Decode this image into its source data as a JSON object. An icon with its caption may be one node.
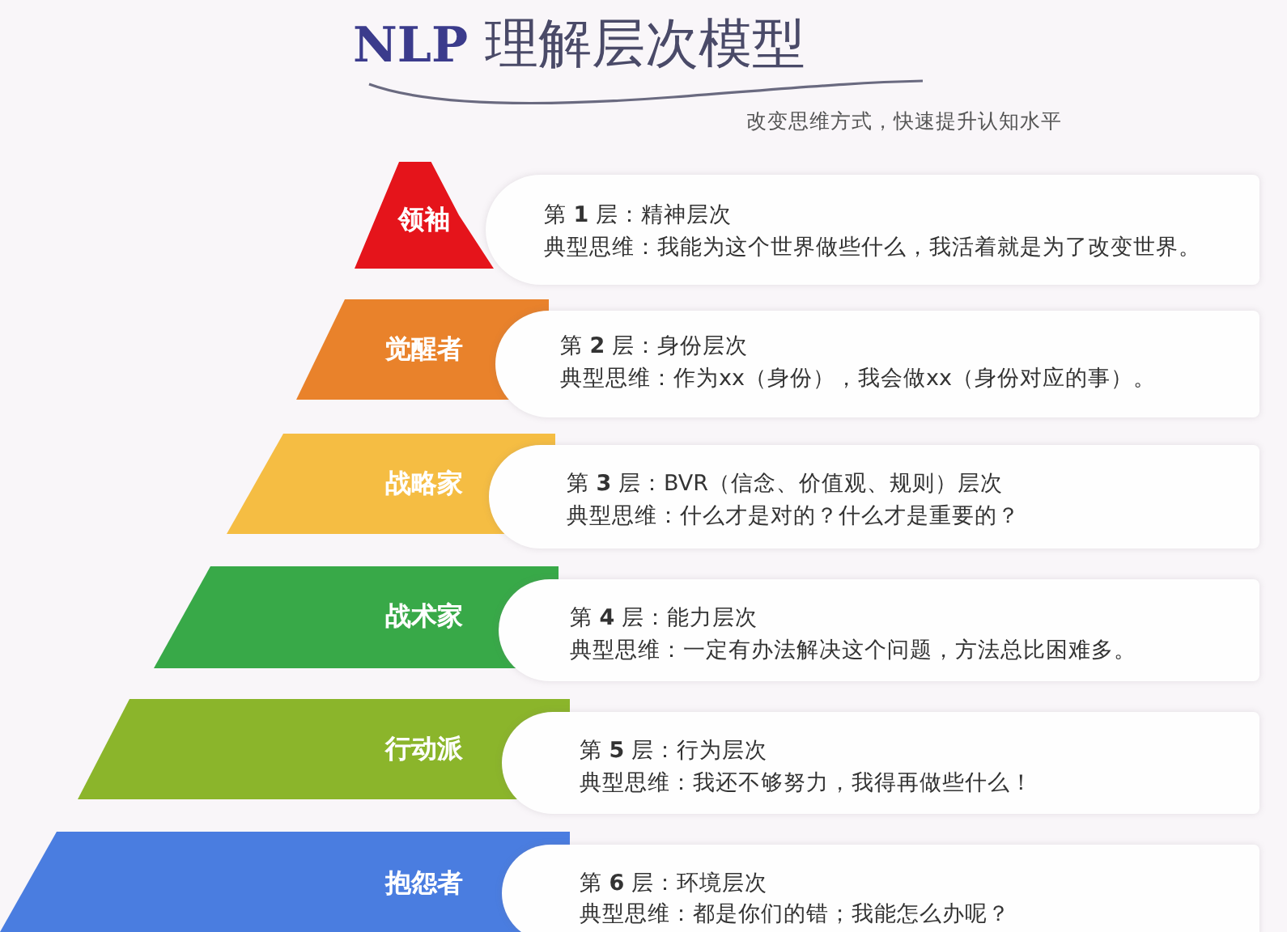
{
  "diagram": {
    "title": "**NLP** 理解层次模型",
    "nodes": [
      {
        "text": [
          "领袖"
        ]
      },
      {
        "text": [
          "第 **1** 层：精神层次",
          "典型思维：我能为这个世界做些什么，我活着就是为了改变世界。"
        ]
      },
      {
        "text": [
          "觉醒者"
        ]
      },
      {
        "text": [
          "第 **2** 层：身份层次",
          "典型思维：作为xx（身份），我会做xx（身份对应的事）。"
        ]
      },
      {
        "text": [
          "战略家"
        ]
      },
      {
        "text": [
          "第 **3** 层：BVR（信念、价值观、规则）层次",
          "典型思维：什么才是对的？什么才是重要的？"
        ]
      },
      {
        "text": [
          "战术家"
        ]
      },
      {
        "text": [
          "第 **4** 层：能力层次",
          "典型思维：一定有办法解决这个问题，方法总比困难多。"
        ]
      },
      {
        "text": [
          "行动派"
        ]
      },
      {
        "text": [
          "第 **5** 层：行为层次",
          "典型思维：我还不够努力，我得再做些什么！"
        ]
      },
      {
        "text": [
          "抱怨者"
        ]
      },
      {
        "text": [
          "第 **6** 层：环境层次",
          "典型思维：都是你们的错；我能怎么办呢？"
        ]
      }
    ],
    "labels": [
      "改变思维方式，快速提升认知水平"
    ]
  }
}
